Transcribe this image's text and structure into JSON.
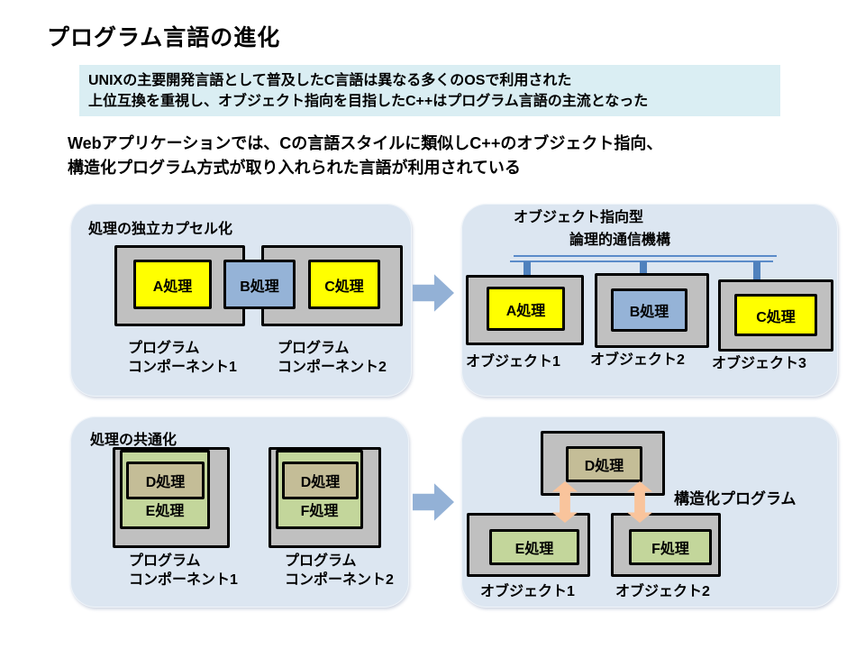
{
  "slide": {
    "title": "プログラム言語の進化",
    "info_box": {
      "line1": "UNIXの主要開発言語として普及したC言語は異なる多くのOSで利用された",
      "line2": "上位互換を重視し、オブジェクト指向を目指したC++はプログラム言語の主流となった"
    },
    "intro": {
      "line1": "Webアプリケーションでは、Cの言語スタイルに類似しC++のオブジェクト指向、",
      "line2": "構造化プログラム方式が取り入れられた言語が利用されている"
    }
  },
  "panels": {
    "encapsulation": {
      "heading": "処理の独立カプセル化",
      "box_a": "A処理",
      "box_b": "B処理",
      "box_c": "C処理",
      "component1_line1": "プログラム",
      "component1_line2": "コンポーネント1",
      "component2_line1": "プログラム",
      "component2_line2": "コンポーネント2"
    },
    "object_oriented": {
      "heading": "オブジェクト指向型",
      "bus_label": "論理的通信機構",
      "box_a": "A処理",
      "box_b": "B処理",
      "box_c": "C処理",
      "object1": "オブジェクト1",
      "object2": "オブジェクト2",
      "object3": "オブジェクト3"
    },
    "commonization": {
      "heading": "処理の共通化",
      "box_d1": "D処理",
      "box_e": "E処理",
      "box_d2": "D処理",
      "box_f": "F処理",
      "component1_line1": "プログラム",
      "component1_line2": "コンポーネント1",
      "component2_line1": "プログラム",
      "component2_line2": "コンポーネント2"
    },
    "structured": {
      "label": "構造化プログラム",
      "box_d": "D処理",
      "box_e": "E処理",
      "box_f": "F処理",
      "object1": "オブジェクト1",
      "object2": "オブジェクト2"
    }
  },
  "colors": {
    "panel_bg": "#dce6f1",
    "info_box_bg": "#daeef3",
    "process_yellow": "#ffff00",
    "process_blue": "#95b3d7",
    "process_green": "#c3d69b",
    "process_tan": "#c4bd97",
    "container_gray": "#c0c0c0",
    "arrow_blue": "#93b1d6",
    "bus_blue": "#4f81bd",
    "updown_arrow_peach": "#f9c49c",
    "text": "#000000"
  }
}
